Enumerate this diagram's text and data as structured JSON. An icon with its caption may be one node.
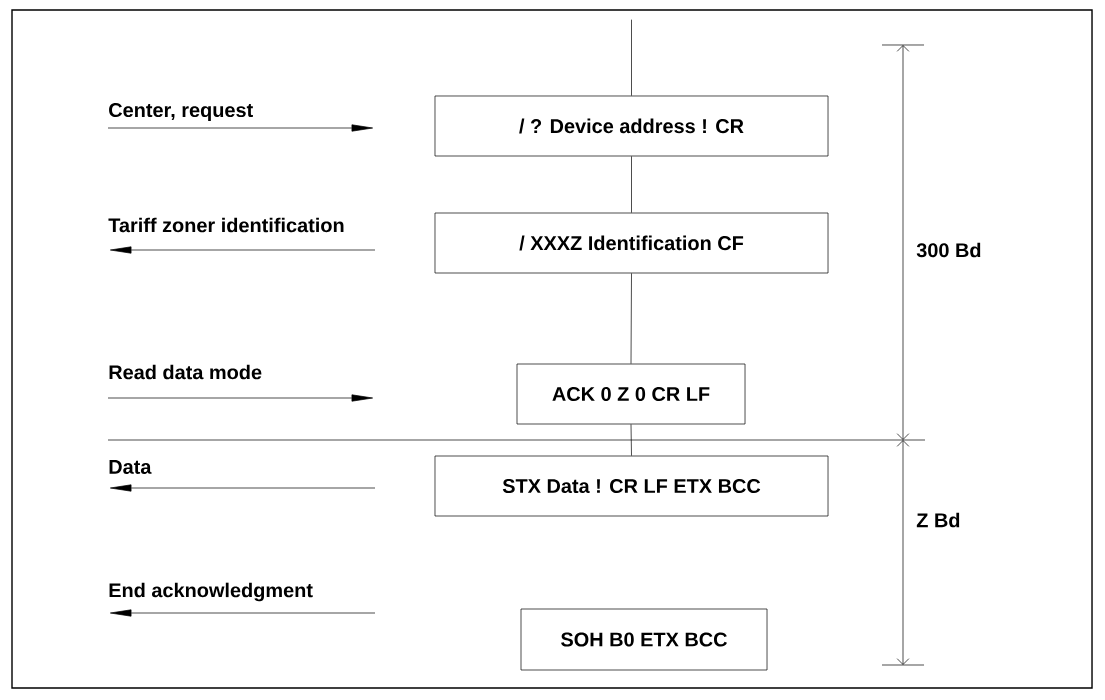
{
  "diagram": {
    "nodes": [
      {
        "text": [
          "/ ? Device address ! CR"
        ]
      },
      {
        "text": [
          "/ XXXZ Identification CF"
        ]
      },
      {
        "text": [
          "ACK 0 Z 0 CR LF"
        ]
      },
      {
        "text": [
          "STX Data ! CR LF ETX BCC"
        ]
      },
      {
        "text": [
          "SOH B0 ETX BCC"
        ]
      }
    ],
    "edges": [
      {
        "from": null,
        "to": 0,
        "arrow": "none"
      },
      {
        "from": 0,
        "to": 1,
        "arrow": "none"
      },
      {
        "from": 1,
        "to": 2,
        "arrow": "none"
      },
      {
        "from": 2,
        "to": 3,
        "arrow": "none"
      }
    ],
    "labels": [
      "Center, request",
      "Tariff zoner identification",
      "300 Bd",
      "Read data mode",
      "Data",
      "Z Bd",
      "End acknowledgment"
    ]
  }
}
